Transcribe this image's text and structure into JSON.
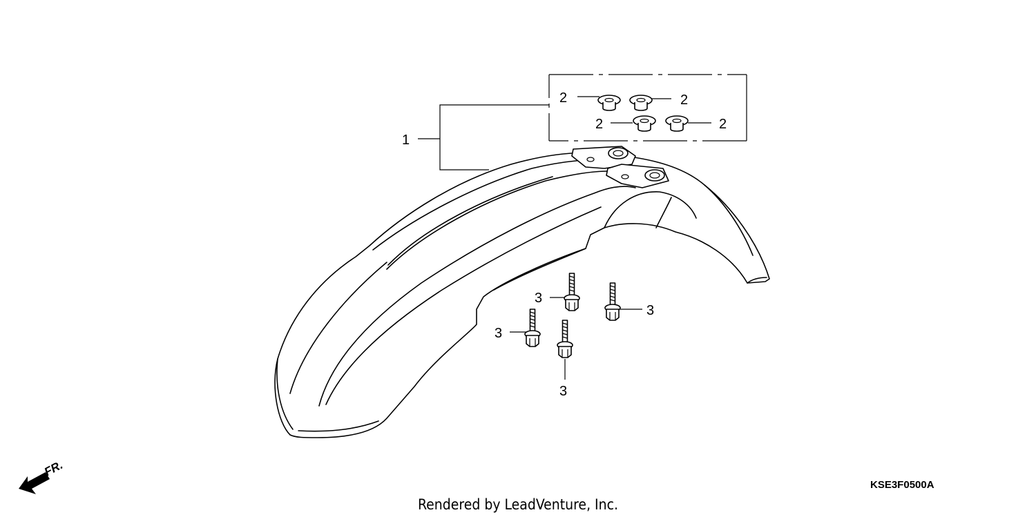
{
  "callouts": {
    "fender_ref": "1",
    "grommet_ref": "2",
    "bolt_ref": "3"
  },
  "diagram_code": "KSE3F0500A",
  "footer_credit": "Rendered by LeadVenture, Inc.",
  "direction_label": "FR."
}
